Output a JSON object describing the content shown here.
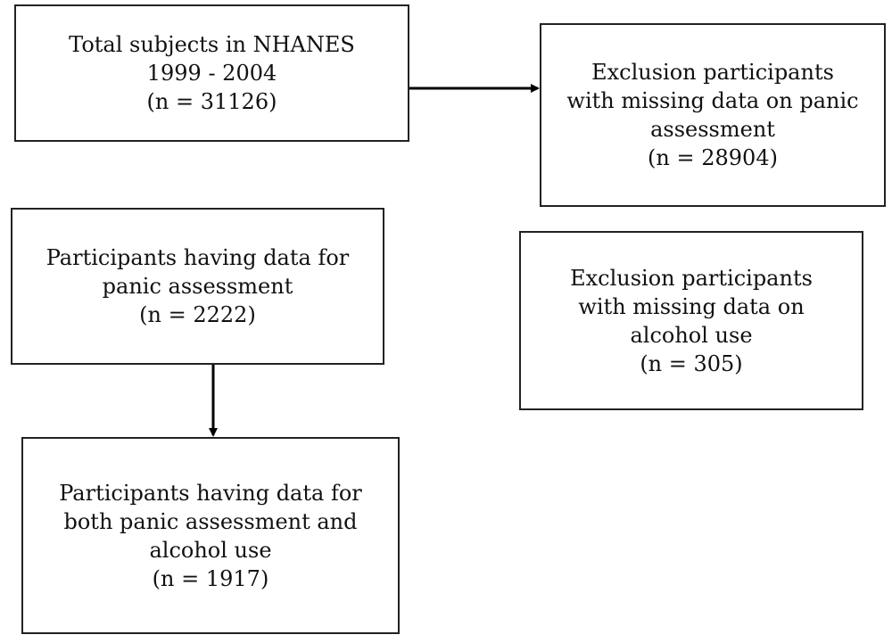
{
  "boxes": {
    "total": {
      "lines": [
        "Total subjects in NHANES",
        "1999 - 2004",
        "(n = 31126)"
      ]
    },
    "exclusion_panic": {
      "lines": [
        "Exclusion participants",
        "with missing data on panic",
        "assessment",
        "(n = 28904)"
      ]
    },
    "panic_data": {
      "lines": [
        "Participants having data for",
        "panic assessment",
        "(n = 2222)"
      ]
    },
    "exclusion_alcohol": {
      "lines": [
        "Exclusion participants",
        "with missing data on",
        "alcohol use",
        "(n = 305)"
      ]
    },
    "final": {
      "lines": [
        "Participants having data for",
        "both panic assessment and",
        "alcohol use",
        "(n = 1917)"
      ]
    }
  },
  "colors": {
    "border": "#222222",
    "arrow": "#000000",
    "text": "#111111"
  }
}
